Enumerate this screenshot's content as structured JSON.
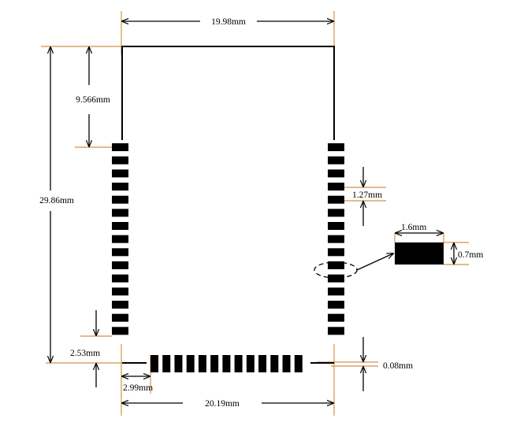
{
  "colors": {
    "extension_line": "#d4914c",
    "outline": "#000000",
    "pad": "#000000",
    "background": "#ffffff"
  },
  "dimensions": {
    "module_width": "19.98mm",
    "module_height": "29.86mm",
    "top_to_first_pad": "9.566mm",
    "pad_pitch": "1.27mm",
    "bottom_offset": "2.53mm",
    "bottom_pad_start": "2.99mm",
    "bottom_overall_width": "20.19mm",
    "bottom_gap": "0.08mm",
    "pad_length": "1.6mm",
    "pad_width": "0.7mm"
  },
  "pads": {
    "left_column_count": 15,
    "right_column_count": 15,
    "bottom_row_count": 13
  }
}
